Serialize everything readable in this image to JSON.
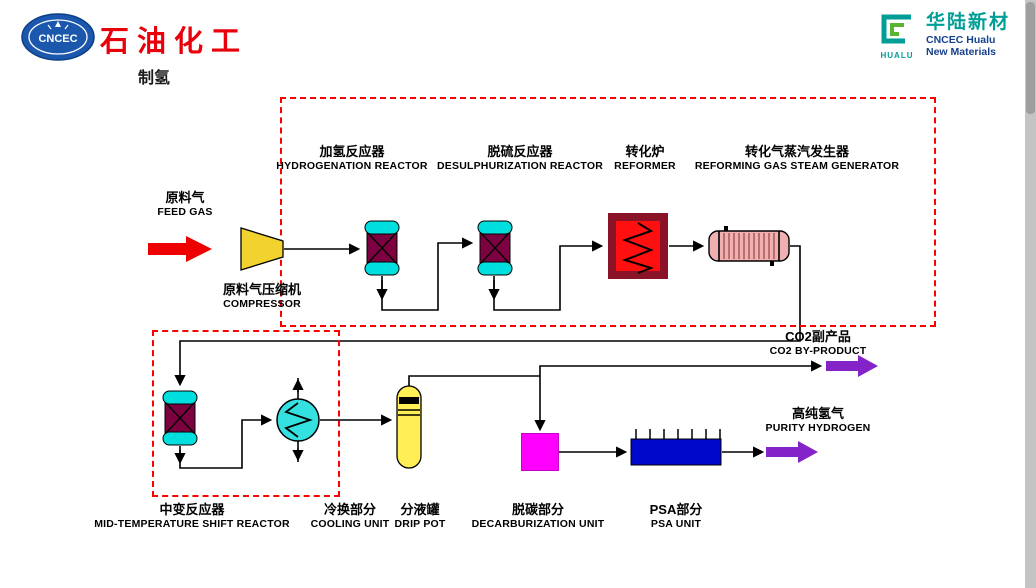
{
  "header": {
    "cncec_badge": "CNCEC",
    "brand": "石油化工",
    "subtitle": "制氢"
  },
  "hualu": {
    "badge": "HUALU",
    "name": "华陆新材",
    "line1": "CNCEC Hualu",
    "line2": "New Materials"
  },
  "labels": {
    "feed_gas": {
      "zh": "原料气",
      "en": "FEED GAS"
    },
    "compressor": {
      "zh": "原料气压缩机",
      "en": "COMPRESSOR"
    },
    "hydrogenation": {
      "zh": "加氢反应器",
      "en": "HYDROGENATION REACTOR"
    },
    "desulphurization": {
      "zh": "脱硫反应器",
      "en": "DESULPHURIZATION REACTOR"
    },
    "reformer": {
      "zh": "转化炉",
      "en": "REFORMER"
    },
    "steam_generator": {
      "zh": "转化气蒸汽发生器",
      "en": "REFORMING GAS STEAM GENERATOR"
    },
    "shift_reactor": {
      "zh": "中变反应器",
      "en": "MID-TEMPERATURE SHIFT REACTOR"
    },
    "cooling_unit": {
      "zh": "冷换部分",
      "en": "COOLING UNIT"
    },
    "drip_pot": {
      "zh": "分液罐",
      "en": "DRIP POT"
    },
    "decarburization": {
      "zh": "脱碳部分",
      "en": "DECARBURIZATION UNIT"
    },
    "psa": {
      "zh": "PSA部分",
      "en": "PSA UNIT"
    },
    "co2_byproduct": {
      "zh": "CO2副产品",
      "en": "CO2 BY-PRODUCT"
    },
    "purity_hydrogen": {
      "zh": "高纯氢气",
      "en": "PURITY HYDROGEN"
    }
  },
  "colors": {
    "brand-red": "#e8000a",
    "hualu-teal": "#009e96",
    "hualu-green": "#58b531",
    "hualu-navy": "#16418c",
    "cncec-blue": "#1b57ad",
    "dash-red": "#ff0000",
    "feed-red": "#ee0000",
    "product-purple": "#8424c8",
    "vessel-body": "#7d0040",
    "vessel-cap": "#00dede",
    "reformer-fill": "#ff1010",
    "reformer-border": "#8a1328",
    "steamgen-fill": "#eeb0b0",
    "steamgen-stripe": "#a85858",
    "compressor-yellow": "#f2d22e",
    "cooler-cyan": "#35e0e0",
    "drippot-yellow": "#ffee55",
    "decarb-magenta": "#ff00ff",
    "psa-blue": "#0008cc",
    "scrollbar-gray": "#c4c4c4"
  }
}
